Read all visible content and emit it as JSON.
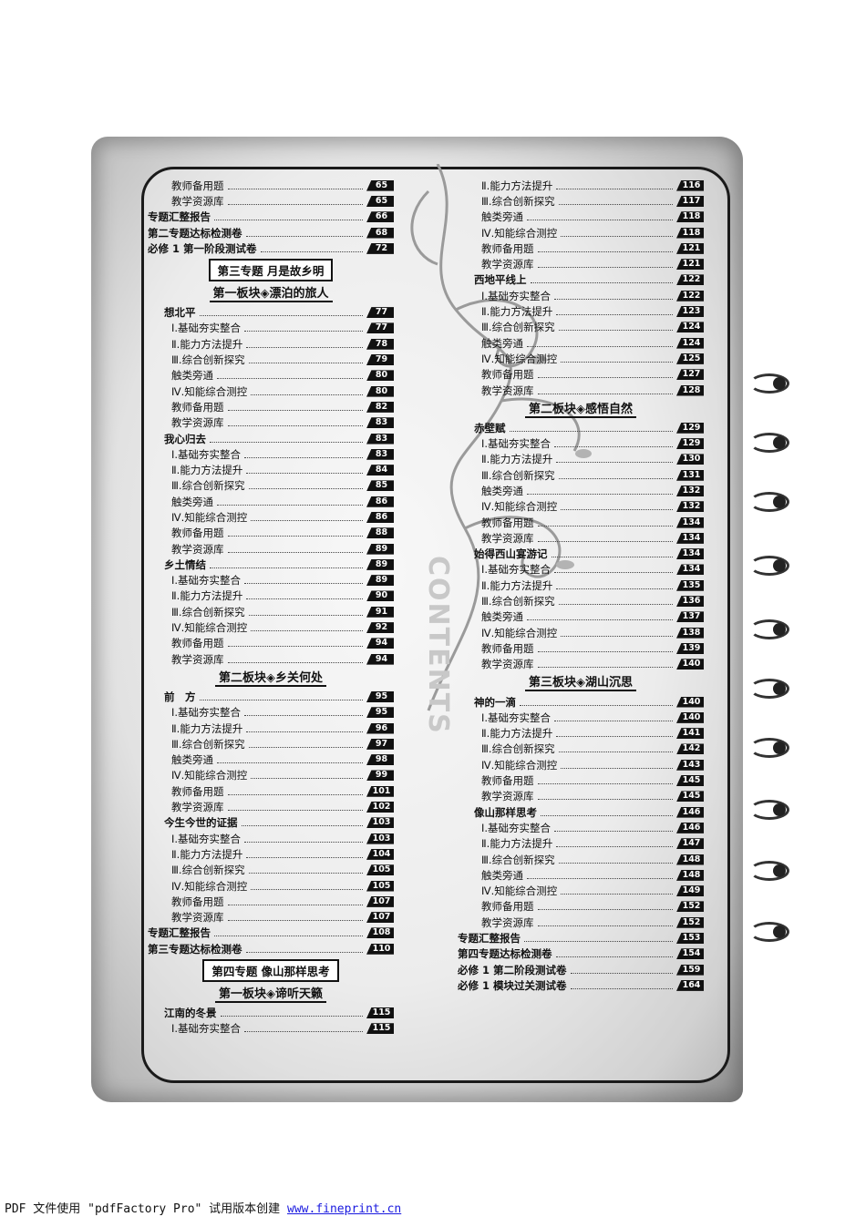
{
  "watermark": "CONTENTS",
  "left": [
    {
      "kind": "row",
      "level": "sub",
      "label": "教师备用题",
      "page": "65"
    },
    {
      "kind": "row",
      "level": "sub",
      "label": "教学资源库",
      "page": "65"
    },
    {
      "kind": "row",
      "level": "top",
      "label": "专题汇整报告",
      "page": "66"
    },
    {
      "kind": "row",
      "level": "top",
      "label": "第二专题达标检测卷",
      "page": "68"
    },
    {
      "kind": "row",
      "level": "top",
      "label": "必修 1 第一阶段测试卷",
      "page": "72"
    },
    {
      "kind": "topic",
      "label": "第三专题 月是故乡明"
    },
    {
      "kind": "block",
      "label": "第一板块◈漂泊的旅人"
    },
    {
      "kind": "row",
      "level": "article",
      "label": "想北平",
      "page": "77"
    },
    {
      "kind": "row",
      "level": "sub",
      "label": "Ⅰ.基础夯实整合",
      "page": "77"
    },
    {
      "kind": "row",
      "level": "sub",
      "label": "Ⅱ.能力方法提升",
      "page": "78"
    },
    {
      "kind": "row",
      "level": "sub",
      "label": "Ⅲ.综合创新探究",
      "page": "79"
    },
    {
      "kind": "row",
      "level": "sub",
      "label": "触类旁通",
      "page": "80"
    },
    {
      "kind": "row",
      "level": "sub",
      "label": "Ⅳ.知能综合测控",
      "page": "80"
    },
    {
      "kind": "row",
      "level": "sub",
      "label": "教师备用题",
      "page": "82"
    },
    {
      "kind": "row",
      "level": "sub",
      "label": "教学资源库",
      "page": "83"
    },
    {
      "kind": "row",
      "level": "article",
      "label": "我心归去",
      "page": "83"
    },
    {
      "kind": "row",
      "level": "sub",
      "label": "Ⅰ.基础夯实整合",
      "page": "83"
    },
    {
      "kind": "row",
      "level": "sub",
      "label": "Ⅱ.能力方法提升",
      "page": "84"
    },
    {
      "kind": "row",
      "level": "sub",
      "label": "Ⅲ.综合创新探究",
      "page": "85"
    },
    {
      "kind": "row",
      "level": "sub",
      "label": "触类旁通",
      "page": "86"
    },
    {
      "kind": "row",
      "level": "sub",
      "label": "Ⅳ.知能综合测控",
      "page": "86"
    },
    {
      "kind": "row",
      "level": "sub",
      "label": "教师备用题",
      "page": "88"
    },
    {
      "kind": "row",
      "level": "sub",
      "label": "教学资源库",
      "page": "89"
    },
    {
      "kind": "row",
      "level": "article",
      "label": "乡土情结",
      "page": "89"
    },
    {
      "kind": "row",
      "level": "sub",
      "label": "Ⅰ.基础夯实整合",
      "page": "89"
    },
    {
      "kind": "row",
      "level": "sub",
      "label": "Ⅱ.能力方法提升",
      "page": "90"
    },
    {
      "kind": "row",
      "level": "sub",
      "label": "Ⅲ.综合创新探究",
      "page": "91"
    },
    {
      "kind": "row",
      "level": "sub",
      "label": "Ⅳ.知能综合测控",
      "page": "92"
    },
    {
      "kind": "row",
      "level": "sub",
      "label": "教师备用题",
      "page": "94"
    },
    {
      "kind": "row",
      "level": "sub",
      "label": "教学资源库",
      "page": "94"
    },
    {
      "kind": "block",
      "label": "第二板块◈乡关何处"
    },
    {
      "kind": "row",
      "level": "article",
      "label": "前　方",
      "page": "95"
    },
    {
      "kind": "row",
      "level": "sub",
      "label": "Ⅰ.基础夯实整合",
      "page": "95"
    },
    {
      "kind": "row",
      "level": "sub",
      "label": "Ⅱ.能力方法提升",
      "page": "96"
    },
    {
      "kind": "row",
      "level": "sub",
      "label": "Ⅲ.综合创新探究",
      "page": "97"
    },
    {
      "kind": "row",
      "level": "sub",
      "label": "触类旁通",
      "page": "98"
    },
    {
      "kind": "row",
      "level": "sub",
      "label": "Ⅳ.知能综合测控",
      "page": "99"
    },
    {
      "kind": "row",
      "level": "sub",
      "label": "教师备用题",
      "page": "101"
    },
    {
      "kind": "row",
      "level": "sub",
      "label": "教学资源库",
      "page": "102"
    },
    {
      "kind": "row",
      "level": "article",
      "label": "今生今世的证据",
      "page": "103"
    },
    {
      "kind": "row",
      "level": "sub",
      "label": "Ⅰ.基础夯实整合",
      "page": "103"
    },
    {
      "kind": "row",
      "level": "sub",
      "label": "Ⅱ.能力方法提升",
      "page": "104"
    },
    {
      "kind": "row",
      "level": "sub",
      "label": "Ⅲ.综合创新探究",
      "page": "105"
    },
    {
      "kind": "row",
      "level": "sub",
      "label": "Ⅳ.知能综合测控",
      "page": "105"
    },
    {
      "kind": "row",
      "level": "sub",
      "label": "教师备用题",
      "page": "107"
    },
    {
      "kind": "row",
      "level": "sub",
      "label": "教学资源库",
      "page": "107"
    },
    {
      "kind": "row",
      "level": "top",
      "label": "专题汇整报告",
      "page": "108"
    },
    {
      "kind": "row",
      "level": "top",
      "label": "第三专题达标检测卷",
      "page": "110"
    },
    {
      "kind": "topic",
      "label": "第四专题 像山那样思考"
    },
    {
      "kind": "block",
      "label": "第一板块◈谛听天籁"
    },
    {
      "kind": "row",
      "level": "article",
      "label": "江南的冬景",
      "page": "115"
    },
    {
      "kind": "row",
      "level": "sub",
      "label": "Ⅰ.基础夯实整合",
      "page": "115"
    }
  ],
  "right": [
    {
      "kind": "row",
      "level": "sub",
      "label": "Ⅱ.能力方法提升",
      "page": "116"
    },
    {
      "kind": "row",
      "level": "sub",
      "label": "Ⅲ.综合创新探究",
      "page": "117"
    },
    {
      "kind": "row",
      "level": "sub",
      "label": "触类旁通",
      "page": "118"
    },
    {
      "kind": "row",
      "level": "sub",
      "label": "Ⅳ.知能综合测控",
      "page": "118"
    },
    {
      "kind": "row",
      "level": "sub",
      "label": "教师备用题",
      "page": "121"
    },
    {
      "kind": "row",
      "level": "sub",
      "label": "教学资源库",
      "page": "121"
    },
    {
      "kind": "row",
      "level": "article",
      "label": "西地平线上",
      "page": "122"
    },
    {
      "kind": "row",
      "level": "sub",
      "label": "Ⅰ.基础夯实整合",
      "page": "122"
    },
    {
      "kind": "row",
      "level": "sub",
      "label": "Ⅱ.能力方法提升",
      "page": "123"
    },
    {
      "kind": "row",
      "level": "sub",
      "label": "Ⅲ.综合创新探究",
      "page": "124"
    },
    {
      "kind": "row",
      "level": "sub",
      "label": "触类旁通",
      "page": "124"
    },
    {
      "kind": "row",
      "level": "sub",
      "label": "Ⅳ.知能综合测控",
      "page": "125"
    },
    {
      "kind": "row",
      "level": "sub",
      "label": "教师备用题",
      "page": "127"
    },
    {
      "kind": "row",
      "level": "sub",
      "label": "教学资源库",
      "page": "128"
    },
    {
      "kind": "block",
      "label": "第二板块◈感悟自然"
    },
    {
      "kind": "row",
      "level": "article",
      "label": "赤壁赋",
      "page": "129"
    },
    {
      "kind": "row",
      "level": "sub",
      "label": "Ⅰ.基础夯实整合",
      "page": "129"
    },
    {
      "kind": "row",
      "level": "sub",
      "label": "Ⅱ.能力方法提升",
      "page": "130"
    },
    {
      "kind": "row",
      "level": "sub",
      "label": "Ⅲ.综合创新探究",
      "page": "131"
    },
    {
      "kind": "row",
      "level": "sub",
      "label": "触类旁通",
      "page": "132"
    },
    {
      "kind": "row",
      "level": "sub",
      "label": "Ⅳ.知能综合测控",
      "page": "132"
    },
    {
      "kind": "row",
      "level": "sub",
      "label": "教师备用题",
      "page": "134"
    },
    {
      "kind": "row",
      "level": "sub",
      "label": "教学资源库",
      "page": "134"
    },
    {
      "kind": "row",
      "level": "article",
      "label": "始得西山宴游记",
      "page": "134"
    },
    {
      "kind": "row",
      "level": "sub",
      "label": "Ⅰ.基础夯实整合",
      "page": "134"
    },
    {
      "kind": "row",
      "level": "sub",
      "label": "Ⅱ.能力方法提升",
      "page": "135"
    },
    {
      "kind": "row",
      "level": "sub",
      "label": "Ⅲ.综合创新探究",
      "page": "136"
    },
    {
      "kind": "row",
      "level": "sub",
      "label": "触类旁通",
      "page": "137"
    },
    {
      "kind": "row",
      "level": "sub",
      "label": "Ⅳ.知能综合测控",
      "page": "138"
    },
    {
      "kind": "row",
      "level": "sub",
      "label": "教师备用题",
      "page": "139"
    },
    {
      "kind": "row",
      "level": "sub",
      "label": "教学资源库",
      "page": "140"
    },
    {
      "kind": "block",
      "label": "第三板块◈湖山沉思"
    },
    {
      "kind": "row",
      "level": "article",
      "label": "神的一滴",
      "page": "140"
    },
    {
      "kind": "row",
      "level": "sub",
      "label": "Ⅰ.基础夯实整合",
      "page": "140"
    },
    {
      "kind": "row",
      "level": "sub",
      "label": "Ⅱ.能力方法提升",
      "page": "141"
    },
    {
      "kind": "row",
      "level": "sub",
      "label": "Ⅲ.综合创新探究",
      "page": "142"
    },
    {
      "kind": "row",
      "level": "sub",
      "label": "Ⅳ.知能综合测控",
      "page": "143"
    },
    {
      "kind": "row",
      "level": "sub",
      "label": "教师备用题",
      "page": "145"
    },
    {
      "kind": "row",
      "level": "sub",
      "label": "教学资源库",
      "page": "145"
    },
    {
      "kind": "row",
      "level": "article",
      "label": "像山那样思考",
      "page": "146"
    },
    {
      "kind": "row",
      "level": "sub",
      "label": "Ⅰ.基础夯实整合",
      "page": "146"
    },
    {
      "kind": "row",
      "level": "sub",
      "label": "Ⅱ.能力方法提升",
      "page": "147"
    },
    {
      "kind": "row",
      "level": "sub",
      "label": "Ⅲ.综合创新探究",
      "page": "148"
    },
    {
      "kind": "row",
      "level": "sub",
      "label": "触类旁通",
      "page": "148"
    },
    {
      "kind": "row",
      "level": "sub",
      "label": "Ⅳ.知能综合测控",
      "page": "149"
    },
    {
      "kind": "row",
      "level": "sub",
      "label": "教师备用题",
      "page": "152"
    },
    {
      "kind": "row",
      "level": "sub",
      "label": "教学资源库",
      "page": "152"
    },
    {
      "kind": "row",
      "level": "top",
      "label": "专题汇整报告",
      "page": "153"
    },
    {
      "kind": "row",
      "level": "top",
      "label": "第四专题达标检测卷",
      "page": "154"
    },
    {
      "kind": "row",
      "level": "top",
      "label": "必修 1 第二阶段测试卷",
      "page": "159"
    },
    {
      "kind": "row",
      "level": "top",
      "label": "必修 1 模块过关测试卷",
      "page": "164"
    }
  ],
  "footer": {
    "prefix": "PDF 文件使用 \"pdfFactory Pro\" 试用版本创建 ",
    "link": "www.fineprint.cn"
  }
}
